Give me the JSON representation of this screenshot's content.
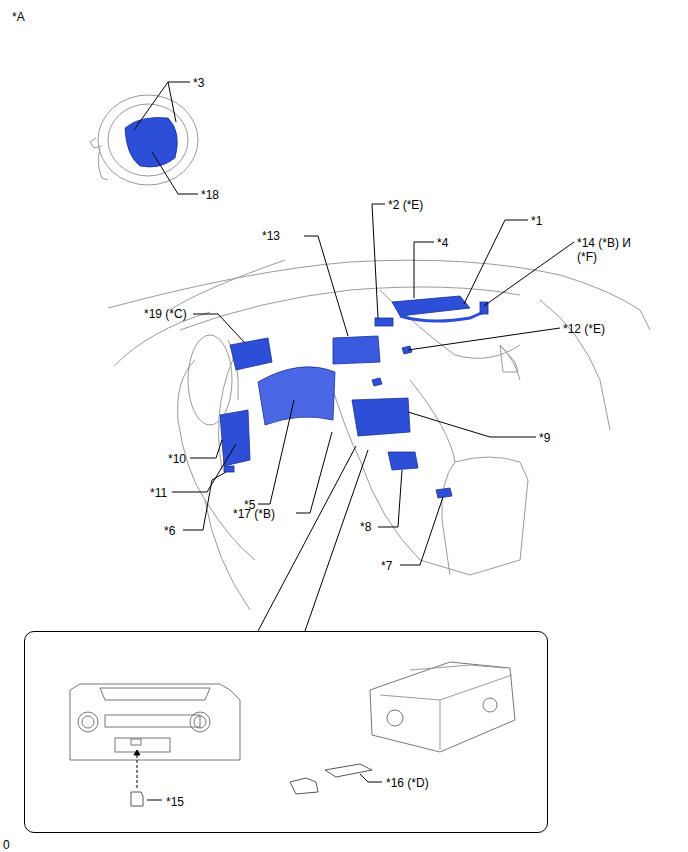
{
  "diagram": {
    "nodes": [
      {
        "text": [
          "*15",
          "*16 (*D)"
        ]
      }
    ],
    "labels": [
      "*A",
      "*3",
      "*18",
      "*2 (*E)",
      "*1",
      "*4",
      "*14 (*B) И (*F)",
      "*13",
      "*19 (*C)",
      "*12 (*E)",
      "*9",
      "*10",
      "*11",
      "*5",
      "*17 (*B)",
      "*8",
      "*6",
      "*7",
      "0"
    ]
  }
}
